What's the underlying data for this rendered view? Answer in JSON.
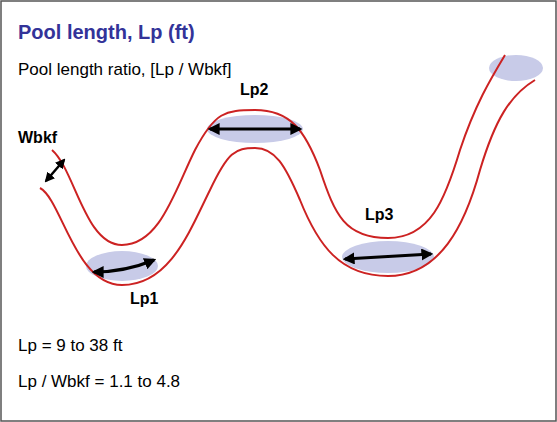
{
  "diagram": {
    "title": "Pool length, Lp (ft)",
    "labels": [
      "Pool length ratio, [Lp / Wbkf]",
      "Wbkf",
      "Lp1",
      "Lp2",
      "Lp3",
      "Lp = 9 to 38 ft",
      "Lp / Wbkf = 1.1 to 4.8"
    ]
  }
}
